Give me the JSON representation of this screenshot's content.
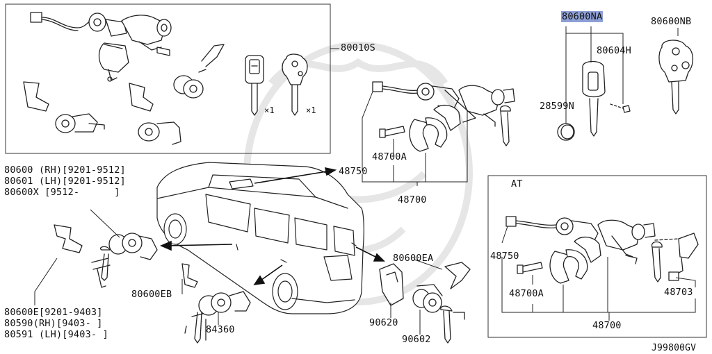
{
  "labels": {
    "kit_80010s": "80010S",
    "qty_1a": "×1",
    "qty_1b": "×1",
    "p80600na": "80600NA",
    "p80600nb": "80600NB",
    "p80604h": "80604H",
    "p28599n": "28599N",
    "p48750_top": "48750",
    "p48700a_top": "48700A",
    "p48700_top": "48700",
    "rh_line1": "80600 (RH)[9201-9512]",
    "rh_line2": "80601 (LH)[9201-9512]",
    "rh_line3": "80600X [9512-      ]",
    "p80600e_1": "80600E[9201-9403]",
    "p80600e_2": "80590(RH)[9403- ]",
    "p80600e_3": "80591 (LH)[9403- ]",
    "p80600eb": "80600EB",
    "p84360": "84360",
    "p80600ea": "80600EA",
    "p90620": "90620",
    "p90602": "90602",
    "at_title": "AT",
    "p48750_at": "48750",
    "p48700a_at": "48700A",
    "p48703": "48703",
    "p48700_at": "48700",
    "diagram_code": "J99800GV"
  },
  "colors": {
    "highlight": "#8e9fd6",
    "ink": "#111111",
    "watermark": "#e4e4e4"
  }
}
